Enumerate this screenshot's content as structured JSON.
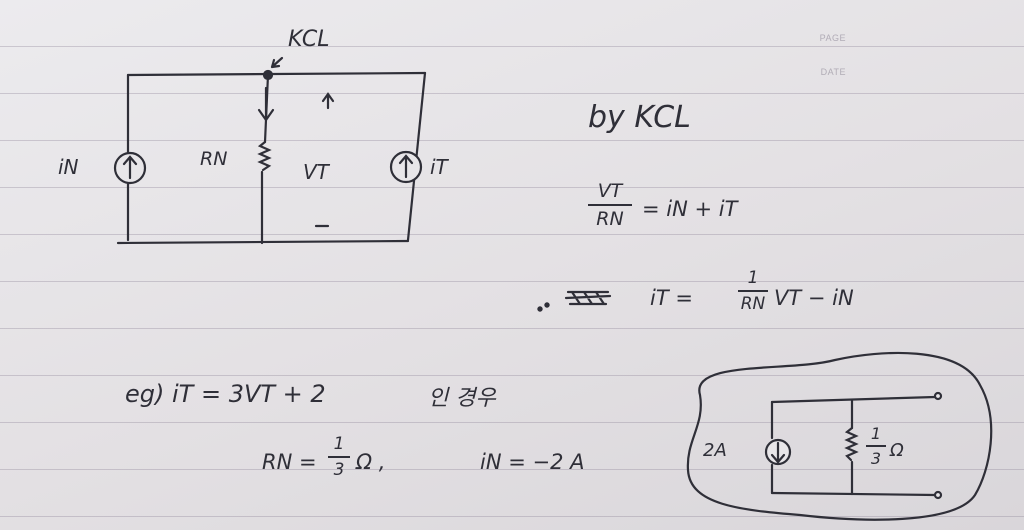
{
  "header": {
    "page": "PAGE",
    "date": "DATE"
  },
  "circuit": {
    "kcl_label": "KCL",
    "in_label": "iN",
    "rn_label": "RN",
    "vt_label": "VT",
    "it_label": "iT"
  },
  "derivation": {
    "heading": "by KCL",
    "eq1_numerator": "VT",
    "eq1_denominator": "RN",
    "eq1_rhs": "= iN + iT",
    "eq2_lhs": "iT =",
    "eq2_numerator": "1",
    "eq2_denominator": "RN",
    "eq2_rest": "VT − iN"
  },
  "example": {
    "equation": "eg) iT = 3VT + 2",
    "korean_note": "인 경우",
    "rn_lhs": "RN =",
    "rn_numerator": "1",
    "rn_denominator": "3",
    "rn_unit": "Ω ,",
    "in_value": "iN = −2 A"
  },
  "norton": {
    "source_label": "2A",
    "res_numerator": "1",
    "res_denominator": "3",
    "res_unit": "Ω"
  },
  "colors": {
    "ink": "#2f2f38",
    "paper": "#e4e1e3",
    "rule_line": "#8c8296"
  }
}
